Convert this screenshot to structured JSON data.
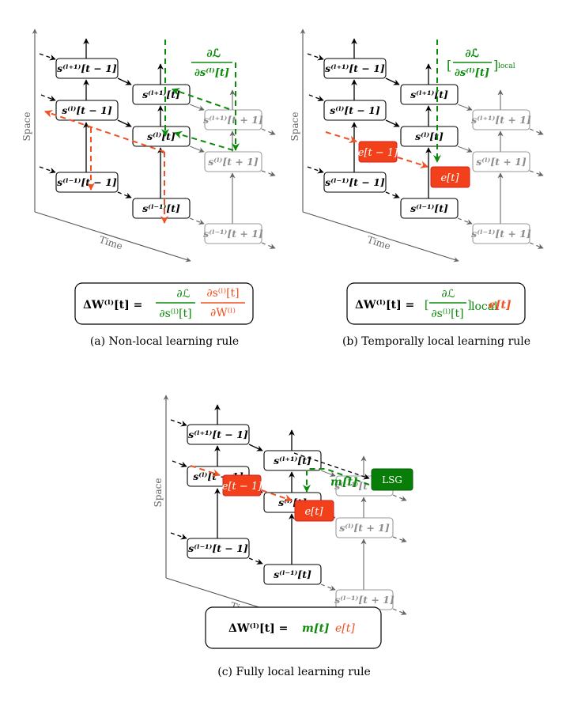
{
  "colors": {
    "green": "#0b8a0b",
    "red": "#f25022",
    "lsg_fill": "#087d08",
    "ghost": "#8c8c8c",
    "axis": "#555555"
  },
  "axes": {
    "space": "Space",
    "time": "Time"
  },
  "nodes": {
    "s_lp1_tm1": "s⁽ˡ⁺¹⁾[t − 1]",
    "s_l_tm1": "s⁽ˡ⁾[t − 1]",
    "s_lm1_tm1": "s⁽ˡ⁻¹⁾[t − 1]",
    "s_lp1_t": "s⁽ˡ⁺¹⁾[t]",
    "s_l_t": "s⁽ˡ⁾[t]",
    "s_lm1_t": "s⁽ˡ⁻¹⁾[t]",
    "s_lp1_tp1": "s⁽ˡ⁺¹⁾[t + 1]",
    "s_l_tp1": "s⁽ˡ⁾[t + 1]",
    "s_lm1_tp1": "s⁽ˡ⁻¹⁾[t + 1]"
  },
  "error_nodes": {
    "e_tm1": "e[t − 1]",
    "e_t": "e[t]"
  },
  "lsg": "LSG",
  "grad_label": {
    "num": "∂ℒ",
    "den": "∂s⁽ˡ⁾[t]",
    "open": "[",
    "close": "]",
    "local": "local"
  },
  "m_label": "m[t]",
  "panels": [
    {
      "id": "a",
      "caption": "(a) Non-local learning rule",
      "equation": {
        "lhs": "ΔW⁽ˡ⁾[t] =",
        "green_num": "∂ℒ",
        "green_den": "∂s⁽ˡ⁾[t]",
        "red_num": "∂s⁽ˡ⁾[t]",
        "red_den": "∂W⁽ˡ⁾"
      }
    },
    {
      "id": "b",
      "caption": "(b) Temporally local learning rule",
      "equation": {
        "lhs": "ΔW⁽ˡ⁾[t] =",
        "open": "[",
        "green_num": "∂ℒ",
        "green_den": "∂s⁽ˡ⁾[t]",
        "close": "]",
        "local": "local",
        "red": "e[t]"
      }
    },
    {
      "id": "c",
      "caption": "(c) Fully local learning rule",
      "equation": {
        "lhs": "ΔW⁽ˡ⁾[t] =",
        "green": "m[t]",
        "red": "e[t]"
      }
    }
  ]
}
